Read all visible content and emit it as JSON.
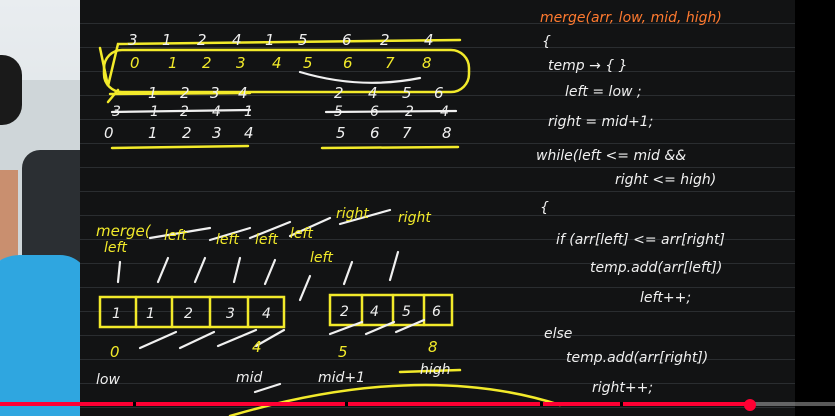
{
  "whiteboard": {
    "array_row_top": [
      "3",
      "1",
      "2",
      "4",
      "1",
      "5",
      "6",
      "2",
      "4"
    ],
    "index_row_top": [
      "0",
      "1",
      "2",
      "3",
      "4",
      "5",
      "6",
      "7",
      "8"
    ],
    "left_half_indices": [
      "1",
      "2",
      "3",
      "4"
    ],
    "right_half_indices": [
      "2",
      "4",
      "5",
      "6"
    ],
    "left_half_values": [
      "3",
      "1",
      "2",
      "4",
      "1"
    ],
    "right_half_values": [
      "5",
      "6",
      "2",
      "4"
    ],
    "sorted_left_indices": [
      "0",
      "1",
      "2",
      "3",
      "4"
    ],
    "sorted_right_indices": [
      "5",
      "6",
      "7",
      "8"
    ],
    "merge_label": "merge(",
    "pointer_labels": [
      "left",
      "left",
      "left",
      "left",
      "left",
      "left",
      "right",
      "right"
    ],
    "box_left_values": [
      "1",
      "1",
      "2",
      "3",
      "4"
    ],
    "box_right_values": [
      "2",
      "4",
      "5",
      "6"
    ],
    "box_index_labels": [
      "0",
      "4",
      "5",
      "8"
    ],
    "bottom_labels": [
      "low",
      "mid",
      "mid+1",
      "high"
    ],
    "code_lines": [
      "merge(arr, low, mid, high)",
      "{",
      "temp → { }",
      "left = low ;",
      "right = mid+1;",
      "while(left <= mid &&",
      "right <= high)",
      "{",
      "if (arr[left] <= arr[right]",
      "temp.add(arr[left])",
      "left++;",
      "else",
      "temp.add(arr[right])",
      "right++;"
    ]
  },
  "player": {
    "progress": 0.898,
    "accent": "#ff0033"
  },
  "colors": {
    "board": "#121314",
    "yellow_ink": "#f2ea2a",
    "white_ink": "#f0f0f0",
    "orange_ink": "#ff7a2f"
  }
}
